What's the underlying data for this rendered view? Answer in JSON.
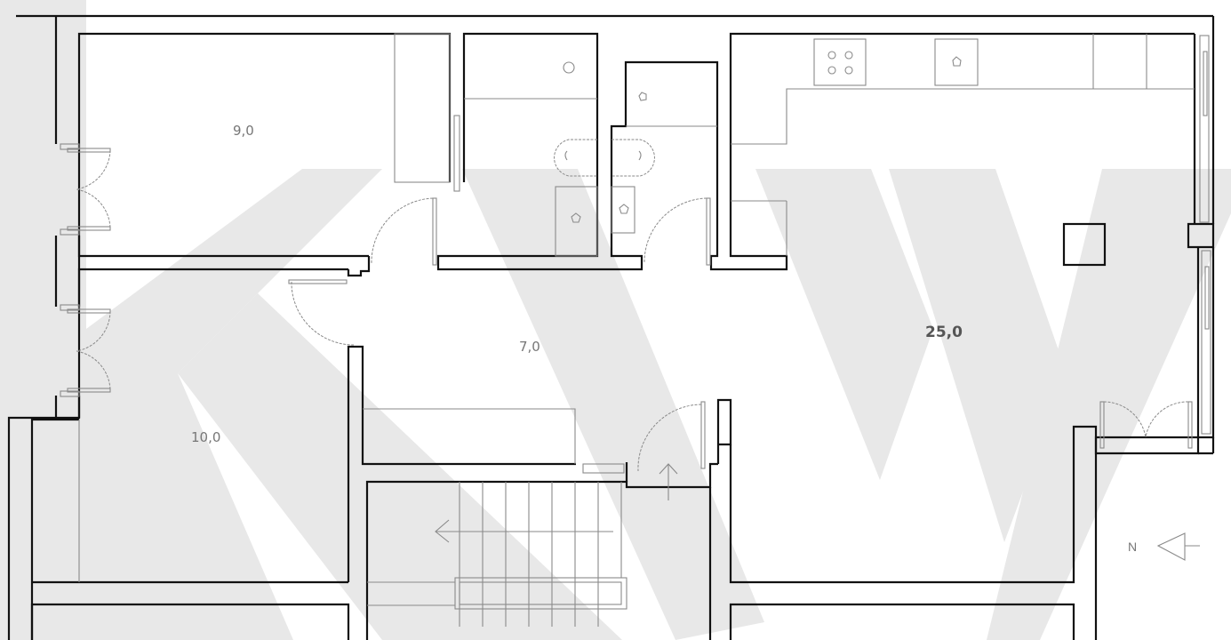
{
  "plan": {
    "rooms": [
      {
        "id": "bedroom-1",
        "area_label": "9,0"
      },
      {
        "id": "bedroom-2",
        "area_label": "10,0"
      },
      {
        "id": "hallway",
        "area_label": "7,0"
      },
      {
        "id": "living-kitchen",
        "area_label": "25,0"
      },
      {
        "id": "bathroom",
        "area_label": ""
      },
      {
        "id": "wc",
        "area_label": ""
      }
    ],
    "compass": {
      "label": "N",
      "icon": "north-arrow-icon"
    },
    "watermark": {
      "text": "KW",
      "color": "#e8e8e8"
    },
    "colors": {
      "wall": "#111111",
      "fixture": "#8a8a8a",
      "background": "#ffffff"
    }
  }
}
